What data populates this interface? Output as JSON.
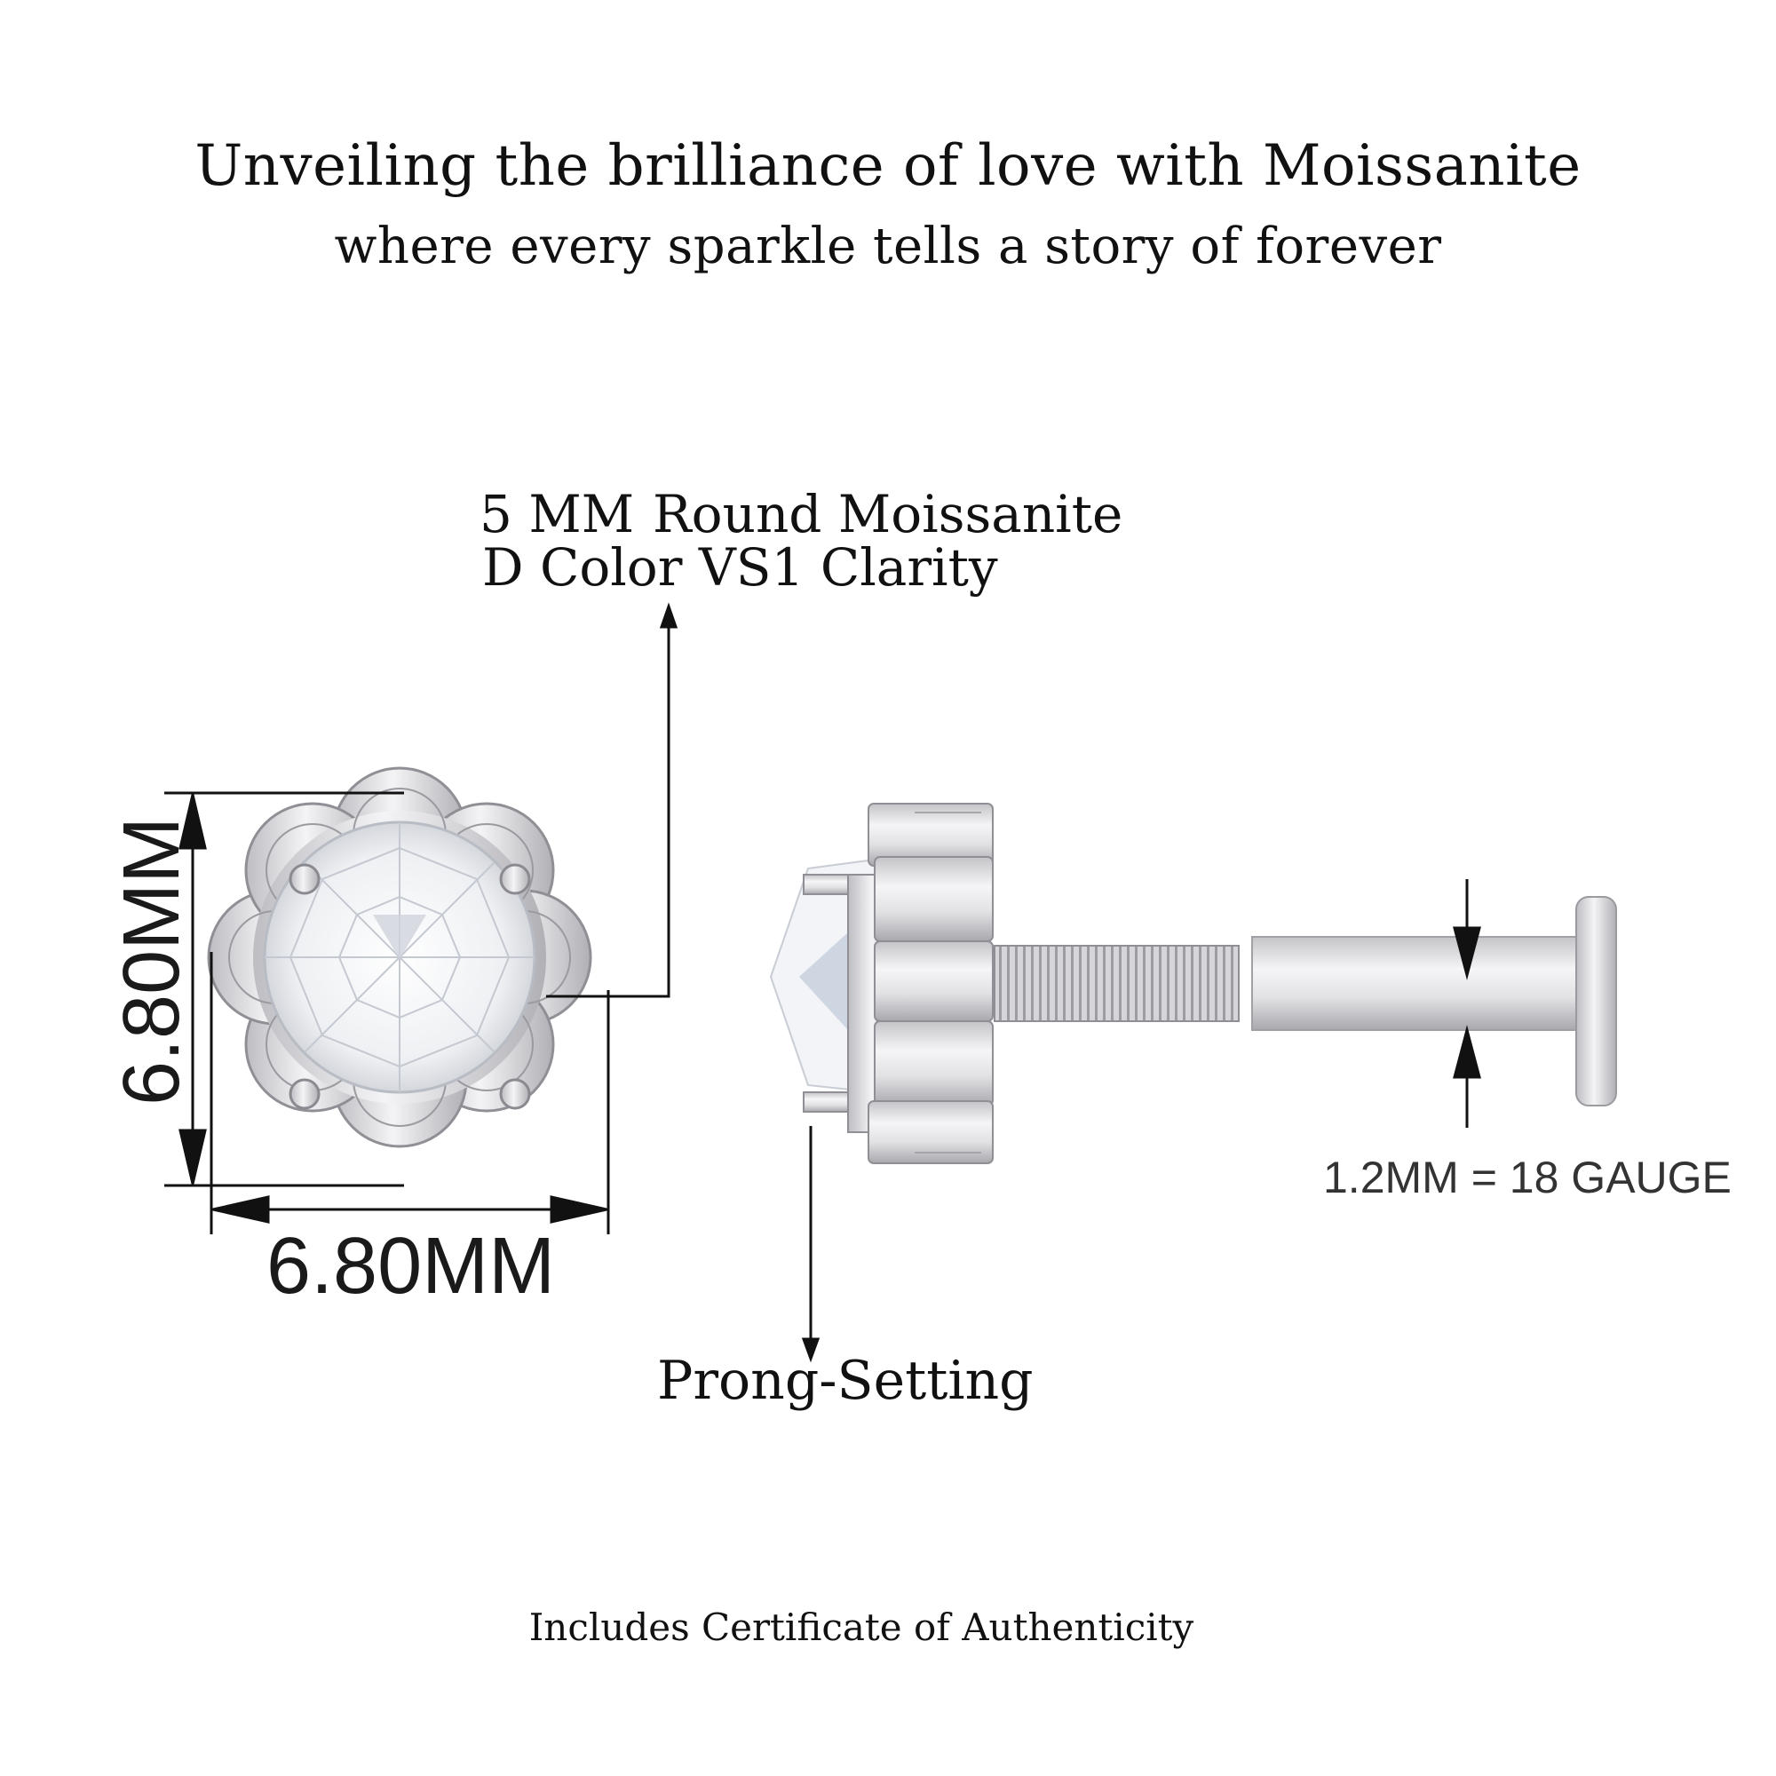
{
  "header": {
    "headline": "Unveiling the brilliance of love with Moissanite",
    "subline": "where every sparkle tells a story of forever"
  },
  "stone": {
    "size": "5 MM",
    "name": "Round Moissanite",
    "grade": "D Color VS1 Clarity"
  },
  "dimensions": {
    "width": "6.80MM",
    "height": "6.80MM"
  },
  "setting": {
    "label": "Prong-Setting"
  },
  "gauge": {
    "label": "1.2MM = 18 GAUGE"
  },
  "footer": {
    "certificate": "Includes Certificate of Authenticity"
  },
  "colors": {
    "metal": "#d9d9dc",
    "metal_shadow": "#a9a9ae",
    "line": "#111111"
  }
}
